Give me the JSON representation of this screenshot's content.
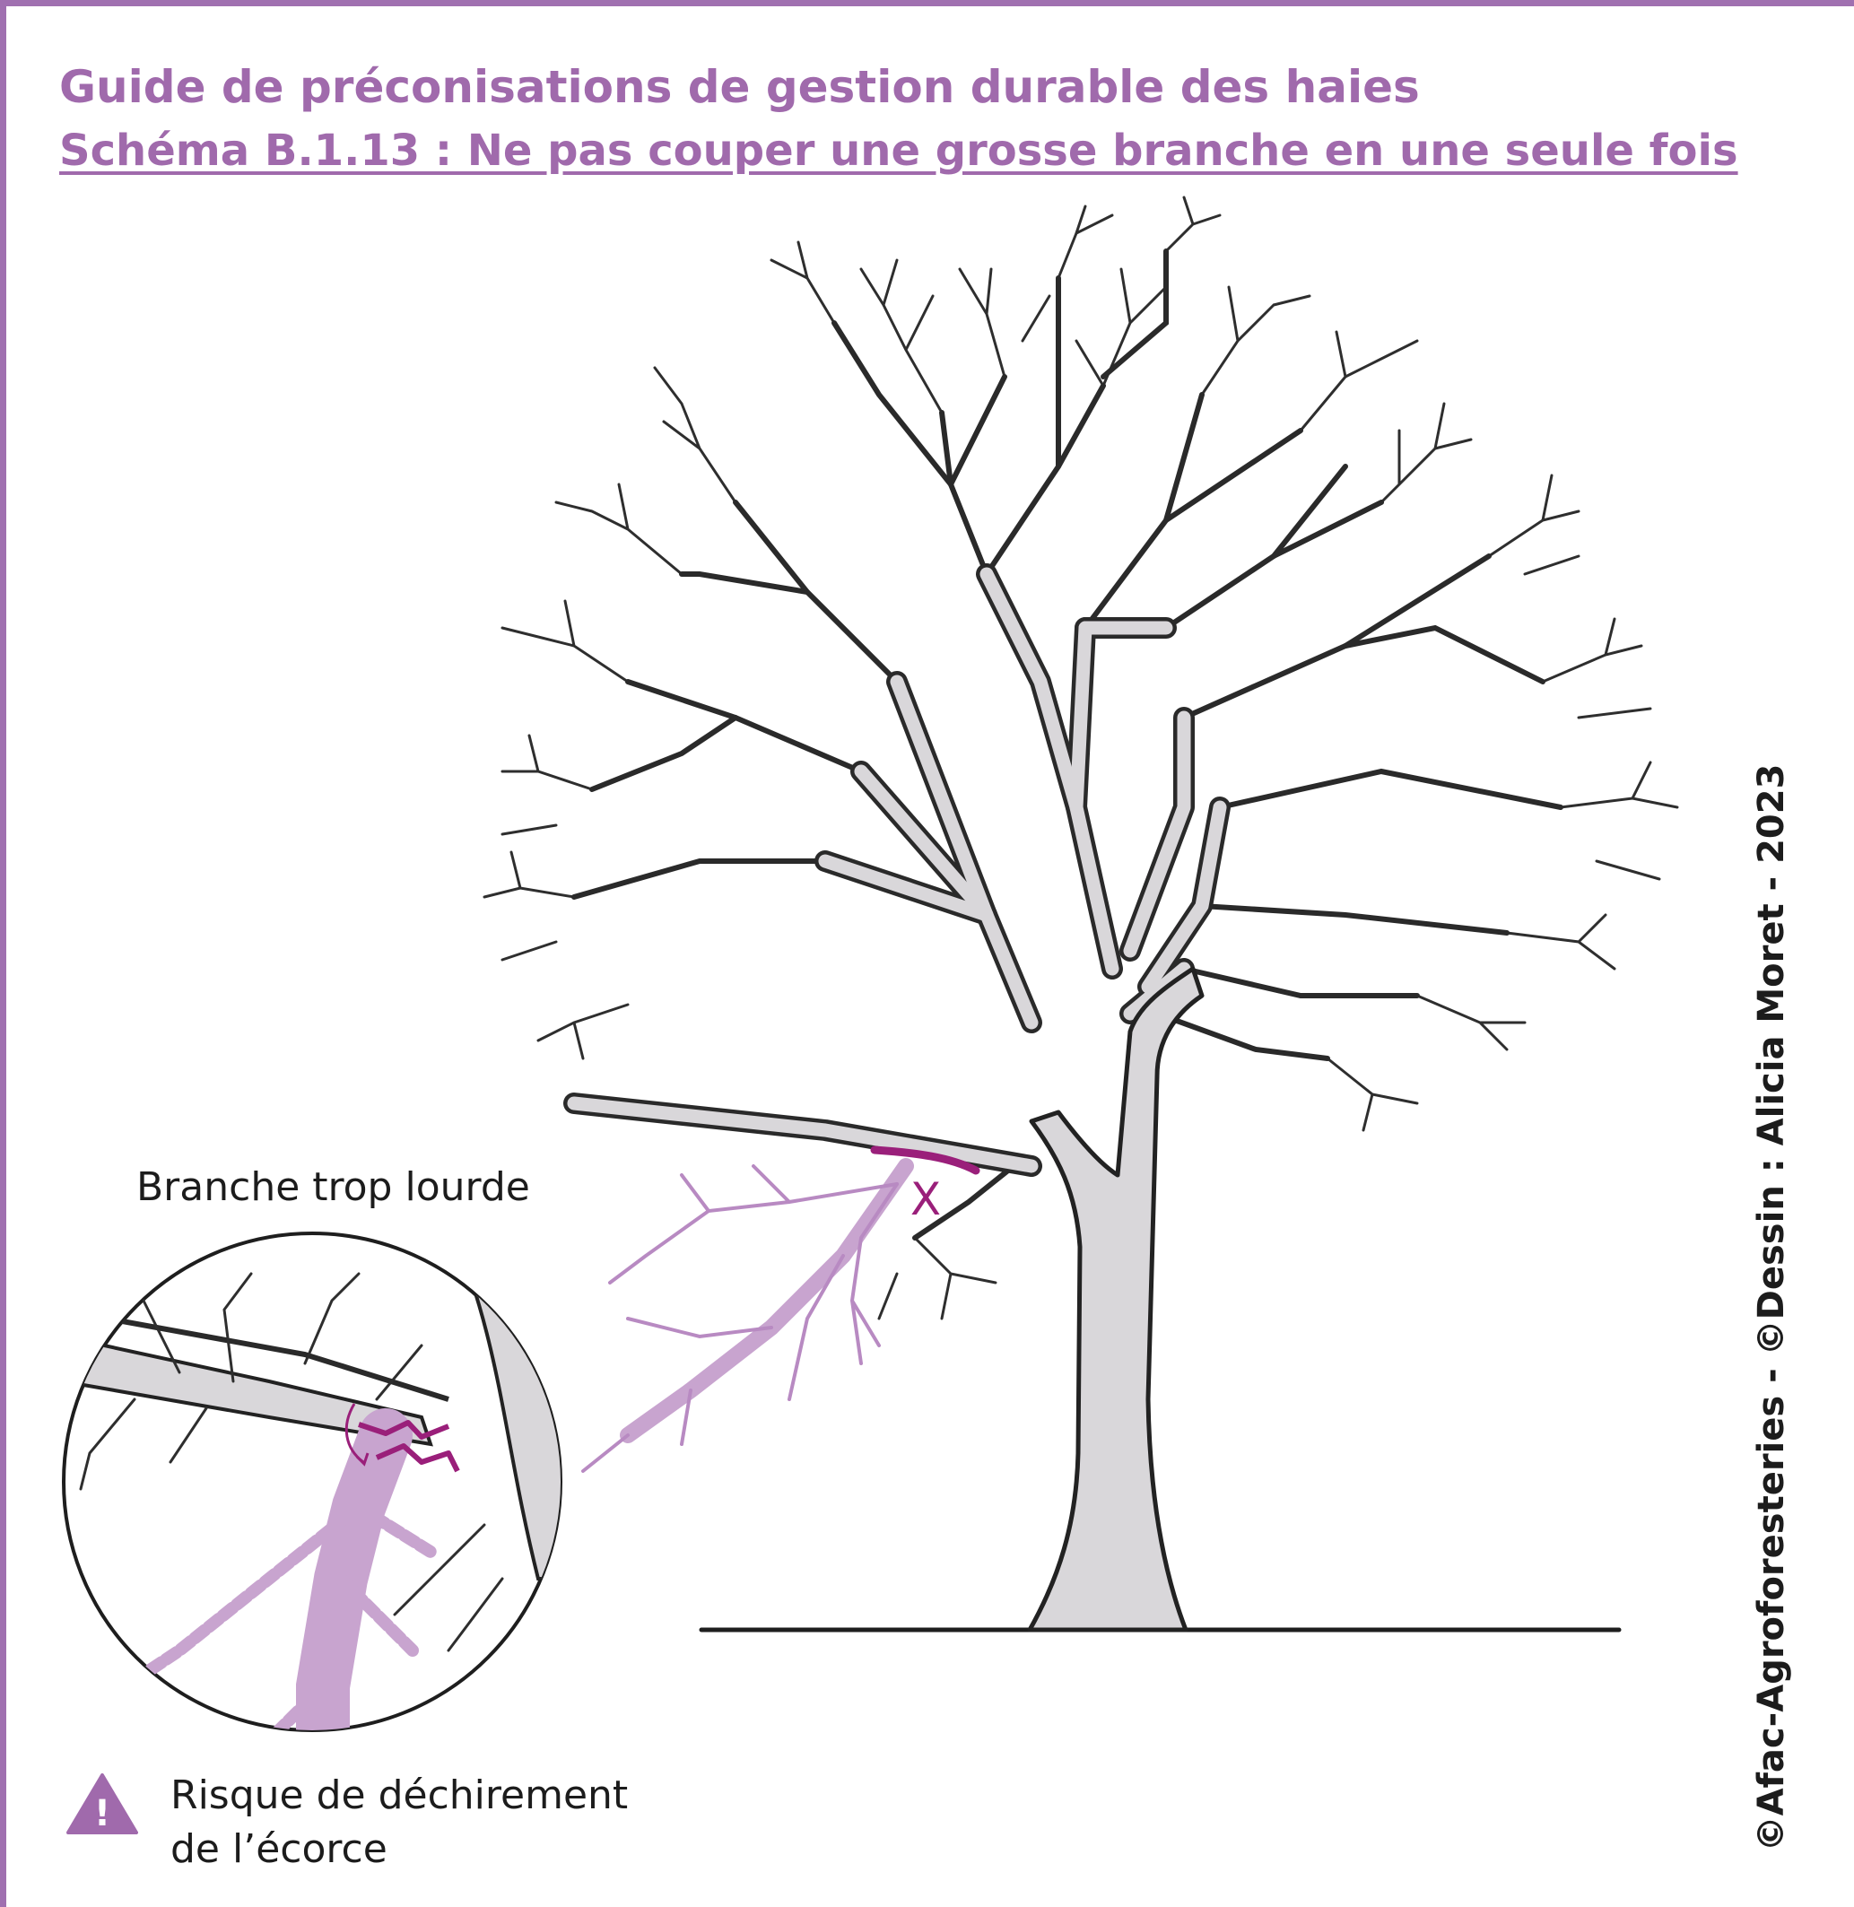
{
  "header": {
    "title": "Guide de préconisations de gestion durable des haies",
    "subtitle": "Schéma B.1.13 : Ne pas couper une grosse branche en une seule fois"
  },
  "illustration": {
    "cut_mark": "X",
    "inset_label": "Branche trop lourde",
    "warning": {
      "icon": "warning-triangle-icon",
      "symbol": "!",
      "line1": "Risque de déchirement",
      "line2": "de l’écorce"
    }
  },
  "credit": "©Afac-Agroforesteries - ©Dessin : Alicia Moret - 2023",
  "colors": {
    "accent": "#a06aac",
    "cut_mark": "#9a1f7a",
    "branch_highlight": "#c8a4cf",
    "wood_fill": "#d9d7da",
    "outline": "#2a2a2a"
  }
}
